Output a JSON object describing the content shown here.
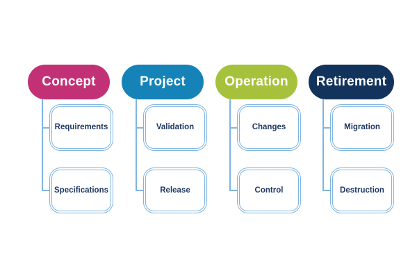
{
  "phases": [
    {
      "label": "Concept",
      "color": "#C23176",
      "children": [
        "Requirements",
        "Specifications"
      ]
    },
    {
      "label": "Project",
      "color": "#1583B8",
      "children": [
        "Validation",
        "Release"
      ]
    },
    {
      "label": "Operation",
      "color": "#A6C23C",
      "children": [
        "Changes",
        "Control"
      ]
    },
    {
      "label": "Retirement",
      "color": "#12335C",
      "children": [
        "Migration",
        "Destruction"
      ]
    }
  ],
  "style": {
    "background": "#FFFFFF",
    "phase_text_color": "#FFFFFF",
    "child_text_color": "#1F3864",
    "child_border_color": "#7FB5DF",
    "connector_color": "#7FB5DF"
  }
}
